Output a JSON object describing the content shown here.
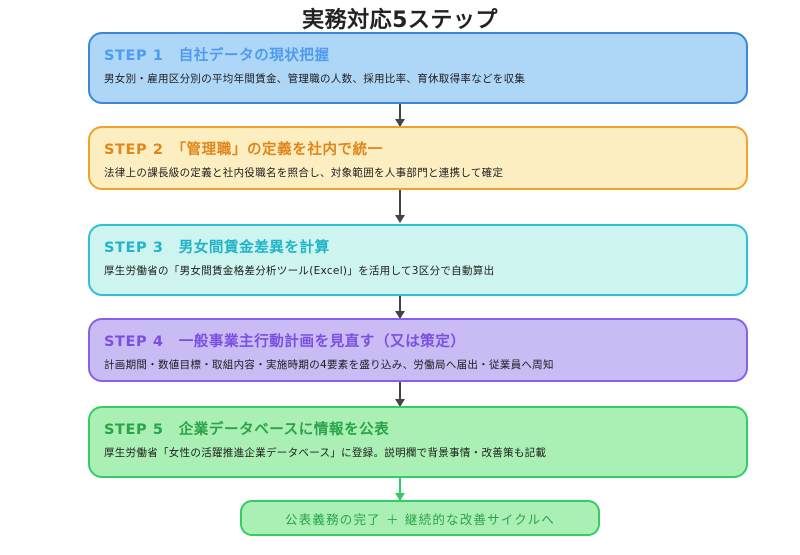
{
  "title": "実務対応5ステップ",
  "steps": [
    {
      "heading": "STEP 1　自社データの現状把握",
      "description": "男女別・雇用区分別の平均年間賃金、管理職の人数、採用比率、育休取得率などを収集",
      "fill": "#aed6f7",
      "border": "#3b86d8",
      "heading_color": "#4f9bef"
    },
    {
      "heading": "STEP 2　「管理職」の定義を社内で統一",
      "description": "法律上の課長級の定義と社内役職名を照合し、対象範囲を人事部門と連携して確定",
      "fill": "#fdeec2",
      "border": "#f0a22e",
      "heading_color": "#e0861a"
    },
    {
      "heading": "STEP 3　男女間賃金差異を計算",
      "description": "厚生労働省の「男女間賃金格差分析ツール(Excel)」を活用して3区分で自動算出",
      "fill": "#cdf4ee",
      "border": "#2bc3d4",
      "heading_color": "#22b3c8"
    },
    {
      "heading": "STEP 4　一般事業主行動計画を見直す（又は策定）",
      "description": "計画期間・数値目標・取組内容・実施時期の4要素を盛り込み、労働局へ届出・従業員へ周知",
      "fill": "#c9bbf3",
      "border": "#8a5fe8",
      "heading_color": "#7b4fe0"
    },
    {
      "heading": "STEP 5　企業データベースに情報を公表",
      "description": "厚生労働省「女性の活躍推進企業データベース」に登録。説明欄で背景事情・改善策も記載",
      "fill": "#aaf0b4",
      "border": "#33cc66",
      "heading_color": "#29a349"
    }
  ],
  "final": {
    "label": "公表義務の完了 ＋ 継続的な改善サイクルへ",
    "fill": "#aaf0b4",
    "border": "#33cc66",
    "text_color": "#29a349"
  },
  "connector": {
    "color": "#444444",
    "count": 5
  }
}
